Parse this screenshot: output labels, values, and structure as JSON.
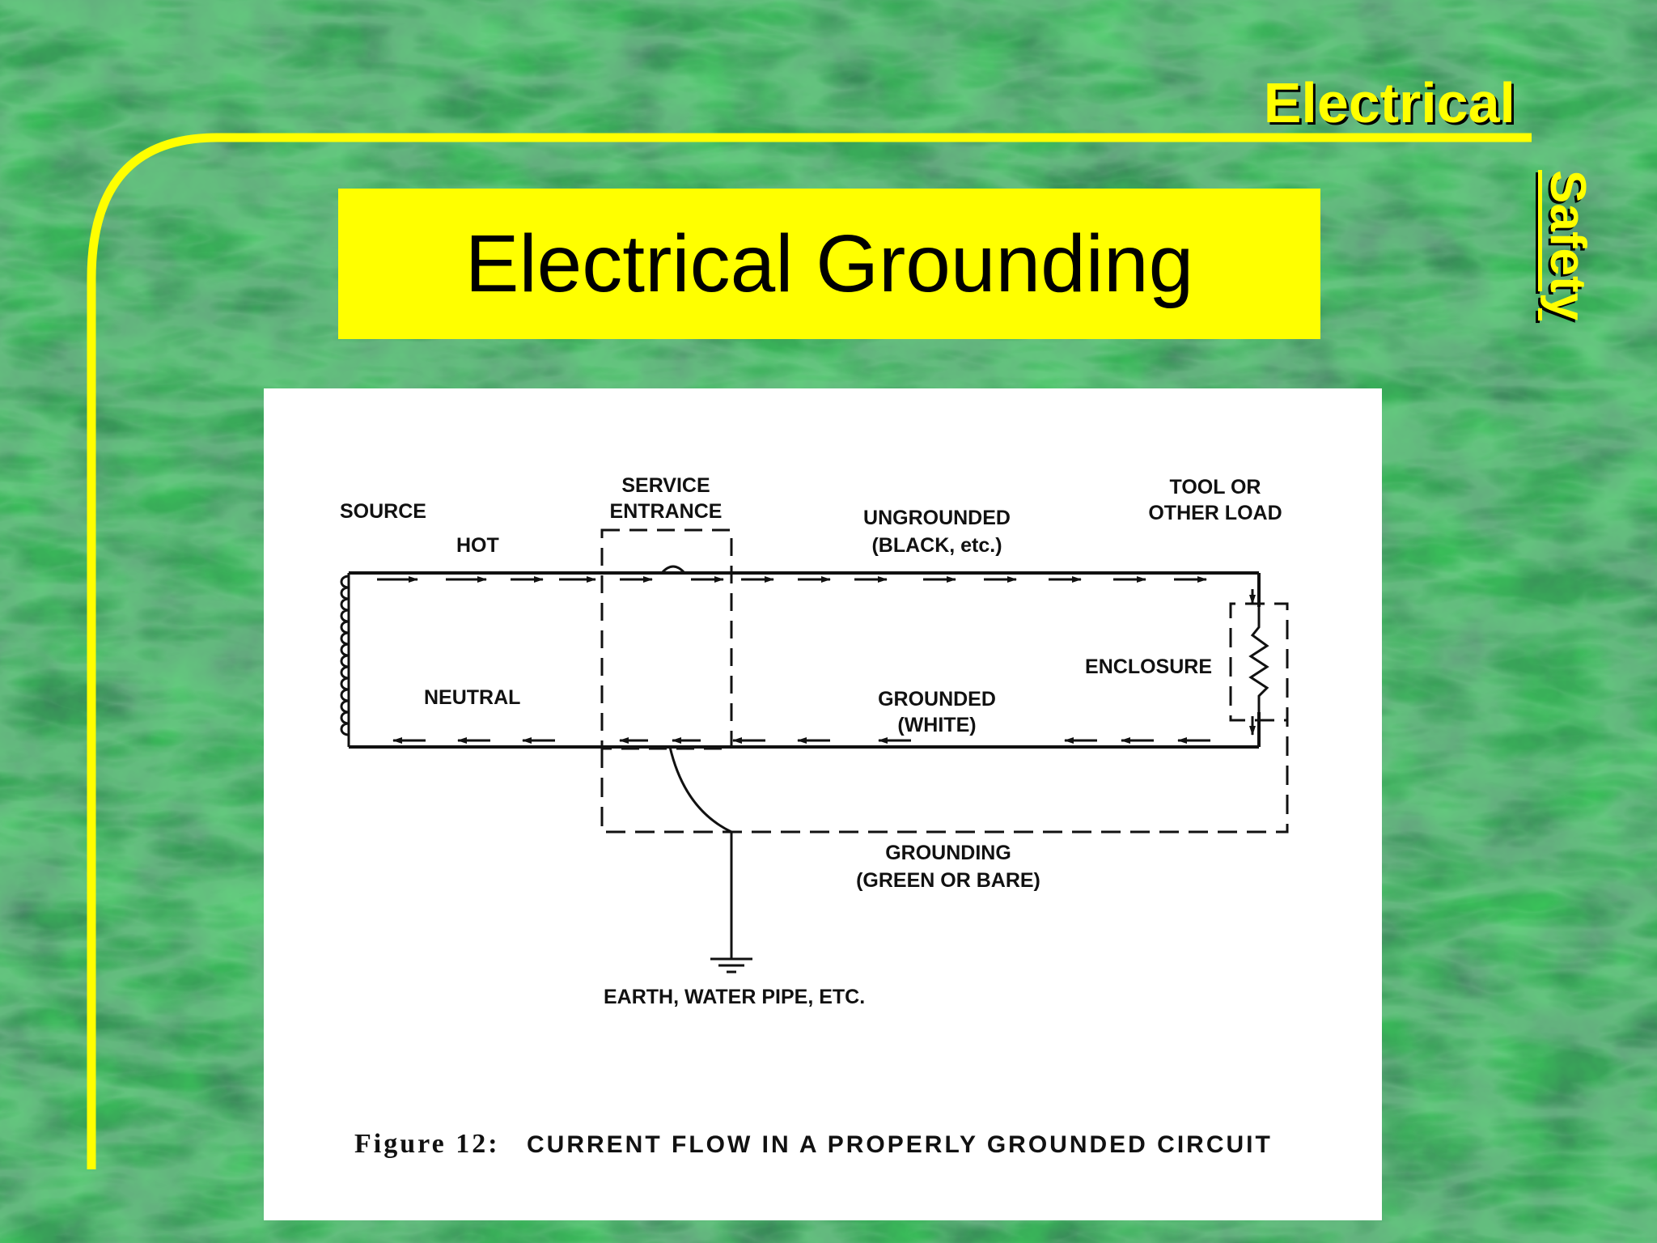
{
  "header": {
    "corner_word": "Electrical",
    "side_word": "Safety"
  },
  "slide": {
    "title": "Electrical Grounding"
  },
  "figure": {
    "labels": {
      "source": "SOURCE",
      "hot": "HOT",
      "service_line1": "SERVICE",
      "service_line2": "ENTRANCE",
      "ungrounded_line1": "UNGROUNDED",
      "ungrounded_line2": "(BLACK, etc.)",
      "tool_line1": "TOOL OR",
      "tool_line2": "OTHER LOAD",
      "enclosure": "ENCLOSURE",
      "neutral": "NEUTRAL",
      "grounded_line1": "GROUNDED",
      "grounded_line2": "(WHITE)",
      "grounding_line1": "GROUNDING",
      "grounding_line2": "(GREEN OR BARE)",
      "earth": "EARTH, WATER PIPE, ETC."
    },
    "caption_prefix": "Figure 12:",
    "caption_text": "CURRENT FLOW IN A PROPERLY GROUNDED CIRCUIT"
  },
  "colors": {
    "accent": "#ffff00",
    "background": "#1f5a30",
    "figure_bg": "#ffffff"
  }
}
